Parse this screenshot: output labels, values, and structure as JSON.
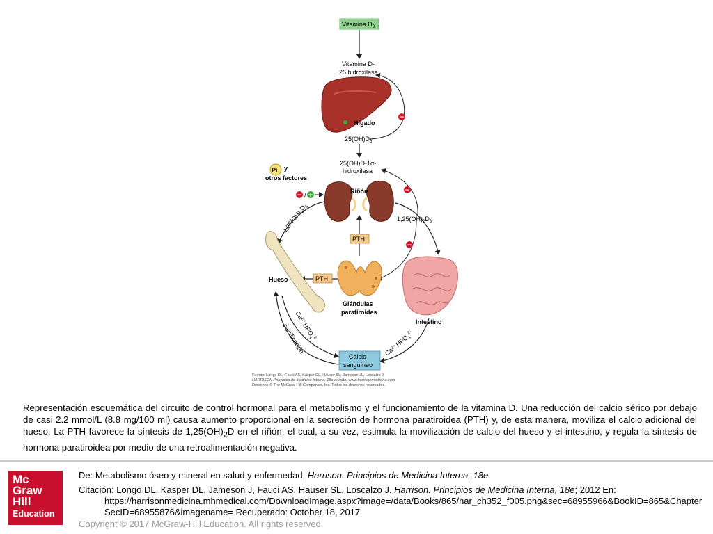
{
  "diagram": {
    "vitamin_d3": "Vitamina D",
    "vitamin_d3_sub": "3",
    "hydroxylase25_l1": "Vitamina D-",
    "hydroxylase25_l2": "25 hidroxilasa",
    "liver": "Hígado",
    "oh_d3": "25(OH)D",
    "oh_d3_sub": "3",
    "hydroxylase1a_l1": "25(OH)D-1α-",
    "hydroxylase1a_l2": "hidroxilasa",
    "pi": "Pi",
    "pi_y": "y",
    "other_factors": "otros factores",
    "kidney": "Riñón",
    "dihydroxy_left": "1,25(OH)",
    "dihydroxy_right": "1,25(OH)",
    "dihydroxy_sub2": "2",
    "dihydroxy_sub3": "3",
    "pth_upper": "PTH",
    "pth_lower": "PTH",
    "bone": "Hueso",
    "parathyroid_l1": "Glándulas",
    "parathyroid_l2": "paratiroides",
    "intestine": "Intestino",
    "ca_hpo4_left": "Ca",
    "ca_hpo4_right": "Ca",
    "ca_charge": "2+",
    "hpo": "HPO",
    "hpo_sub": "4",
    "hpo_charge": "2-",
    "calcification": "calcificación",
    "blood_calcium_l1": "Calcio",
    "blood_calcium_l2": "sanguíneo",
    "minus_sign": "−",
    "plus_sign": "+",
    "slash": "/",
    "source_l1": "Fuente: Longo DL, Fauci AS, Kasper DL, Hauser SL, Jameson JL, Loscalzo J:",
    "source_l2": "HARRISON Principios de Medicina Interna, 18a edición: www.harrisonmedicina.com",
    "source_l3": "Derechos © The McGraw-Hill Companies, Inc. Todos los derechos reservados."
  },
  "caption": {
    "part1": "Representación esquemática del circuito de control hormonal para el metabolismo y el funcionamiento de la vitamina D. Una reducción del calcio sérico por debajo de casi 2.2 mmol/L (8.8 mg/100 ml) causa aumento proporcional en la secreción de hormona paratiroidea (PTH) y, de esta manera, moviliza el calcio adicional del hueso. La PTH favorece la síntesis de 1,25(OH)",
    "sub": "2",
    "part2": "D en el riñón, el cual, a su vez, estimula la movilización de calcio del hueso y el intestino, y regula la síntesis de hormona paratiroidea por medio de una retroalimentación negativa."
  },
  "footer": {
    "logo_lines": [
      "Mc",
      "Graw",
      "Hill",
      "Education"
    ],
    "from_prefix": "De: Metabolismo óseo y mineral en salud y enfermedad, ",
    "from_book": "Harrison. Principios de Medicina Interna, 18e",
    "citation_prefix": "Citación: Longo DL, Kasper DL, Jameson J, Fauci AS, Hauser SL, Loscalzo J",
    "citation_dot": ". ",
    "citation_book": "Harrison. Principios de Medicina Interna, 18e",
    "citation_suffix": "; 2012 En:",
    "citation_url": "https://harrisonmedicina.mhmedical.com/DownloadImage.aspx?image=/data/Books/865/har_ch352_f005.png&sec=68955966&BookID=865&ChapterSecID=68955876&imagename= Recuperado: October 18, 2017",
    "copyright": "Copyright © 2017 McGraw-Hill Education. All rights reserved"
  },
  "colors": {
    "vitamin_box": "#8fcf8f",
    "calcium_box": "#8ec9de",
    "pth_box": "#f6c98a",
    "inhibit": "#d7182a",
    "stimulate": "#3aa935",
    "liver": "#a8322a",
    "kidney": "#8a3a2a",
    "bone": "#f0e3c0",
    "gland": "#f1b05c",
    "intestine": "#f1a6a6"
  }
}
